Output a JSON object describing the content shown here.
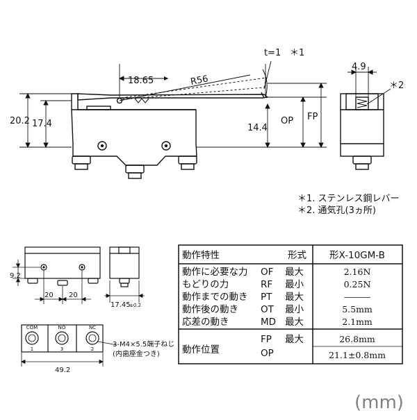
{
  "top_view": {
    "dims": {
      "t": "t=1",
      "star1": "＊1",
      "d1865": "18.65",
      "r56": "R56",
      "d202": "20.2",
      "d174": "17.4",
      "d144": "14.4",
      "op": "OP",
      "fp": "FP"
    }
  },
  "side_view": {
    "dims": {
      "d49": "4.9",
      "star2": "＊2"
    }
  },
  "notes": {
    "n1": "＊1. ステンレス鋼レバー",
    "n2": "＊2. 通気孔(3ヵ所)"
  },
  "mount_view": {
    "dims": {
      "d92": "9.2",
      "d20a": "20",
      "d20b": "20",
      "d1745": "17.45",
      "tol": "±0.2"
    }
  },
  "terminal_view": {
    "labels": [
      "COM",
      "NO",
      "NC"
    ],
    "numbers": [
      "1",
      "3",
      "2"
    ],
    "note1": "3-M4×5.5端子ねじ",
    "note2": "(内歯座金つき)",
    "d492": "49.2"
  },
  "spec_table": {
    "header": {
      "col1": "動作特性",
      "col2": "形式",
      "col3": "形X-10GM-B"
    },
    "rows": [
      {
        "name": "動作に必要な力",
        "code": "OF",
        "qual": "最大",
        "value": "2.16N"
      },
      {
        "name": "もどりの力",
        "code": "RF",
        "qual": "最小",
        "value": "0.25N"
      },
      {
        "name": "動作までの動き",
        "code": "PT",
        "qual": "最大",
        "value": "―――"
      },
      {
        "name": "動作後の動き",
        "code": "OT",
        "qual": "最小",
        "value": "5.5mm"
      },
      {
        "name": "応差の動き",
        "code": "MD",
        "qual": "最大",
        "value": "2.1mm"
      }
    ],
    "position": {
      "name": "動作位置",
      "fp_code": "FP",
      "fp_qual": "最大",
      "fp_value": "26.8mm",
      "op_code": "OP",
      "op_value": "21.1±0.8mm"
    }
  },
  "unit": "(mm)"
}
